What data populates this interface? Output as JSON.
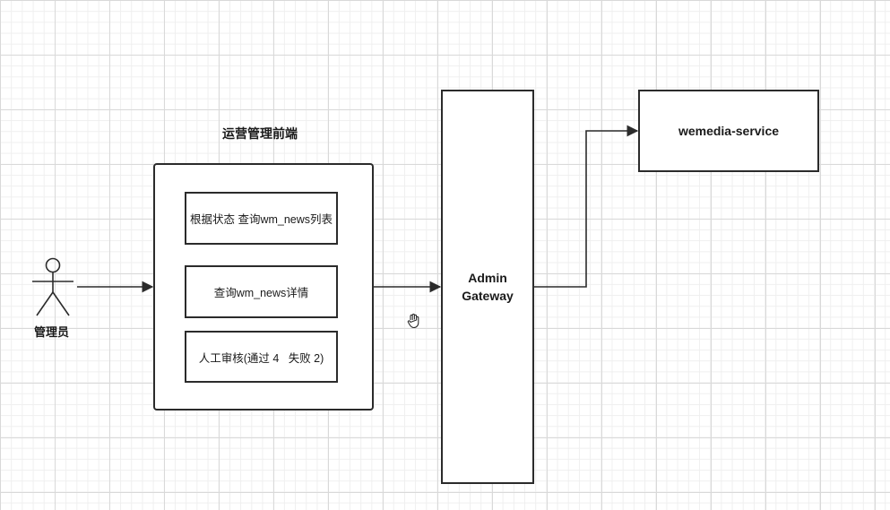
{
  "diagram": {
    "frontend": {
      "title": "运营管理前端",
      "items": [
        {
          "label": "根据状态 查询wm_news列表"
        },
        {
          "label": "查询wm_news详情"
        },
        {
          "label": "人工审核(通过 4   失败 2)"
        }
      ]
    },
    "actor": {
      "label": "管理员",
      "icon": "stick-figure-actor-icon"
    },
    "gateway": {
      "line1": "Admin",
      "line2": "Gateway"
    },
    "service": {
      "label": "wemedia-service"
    },
    "cursor": {
      "icon": "hand-cursor-icon"
    },
    "colors": {
      "stroke": "#2b2b2b",
      "grid_major": "#d9d9d9",
      "grid_minor": "#efefef",
      "background": "#ffffff"
    }
  }
}
